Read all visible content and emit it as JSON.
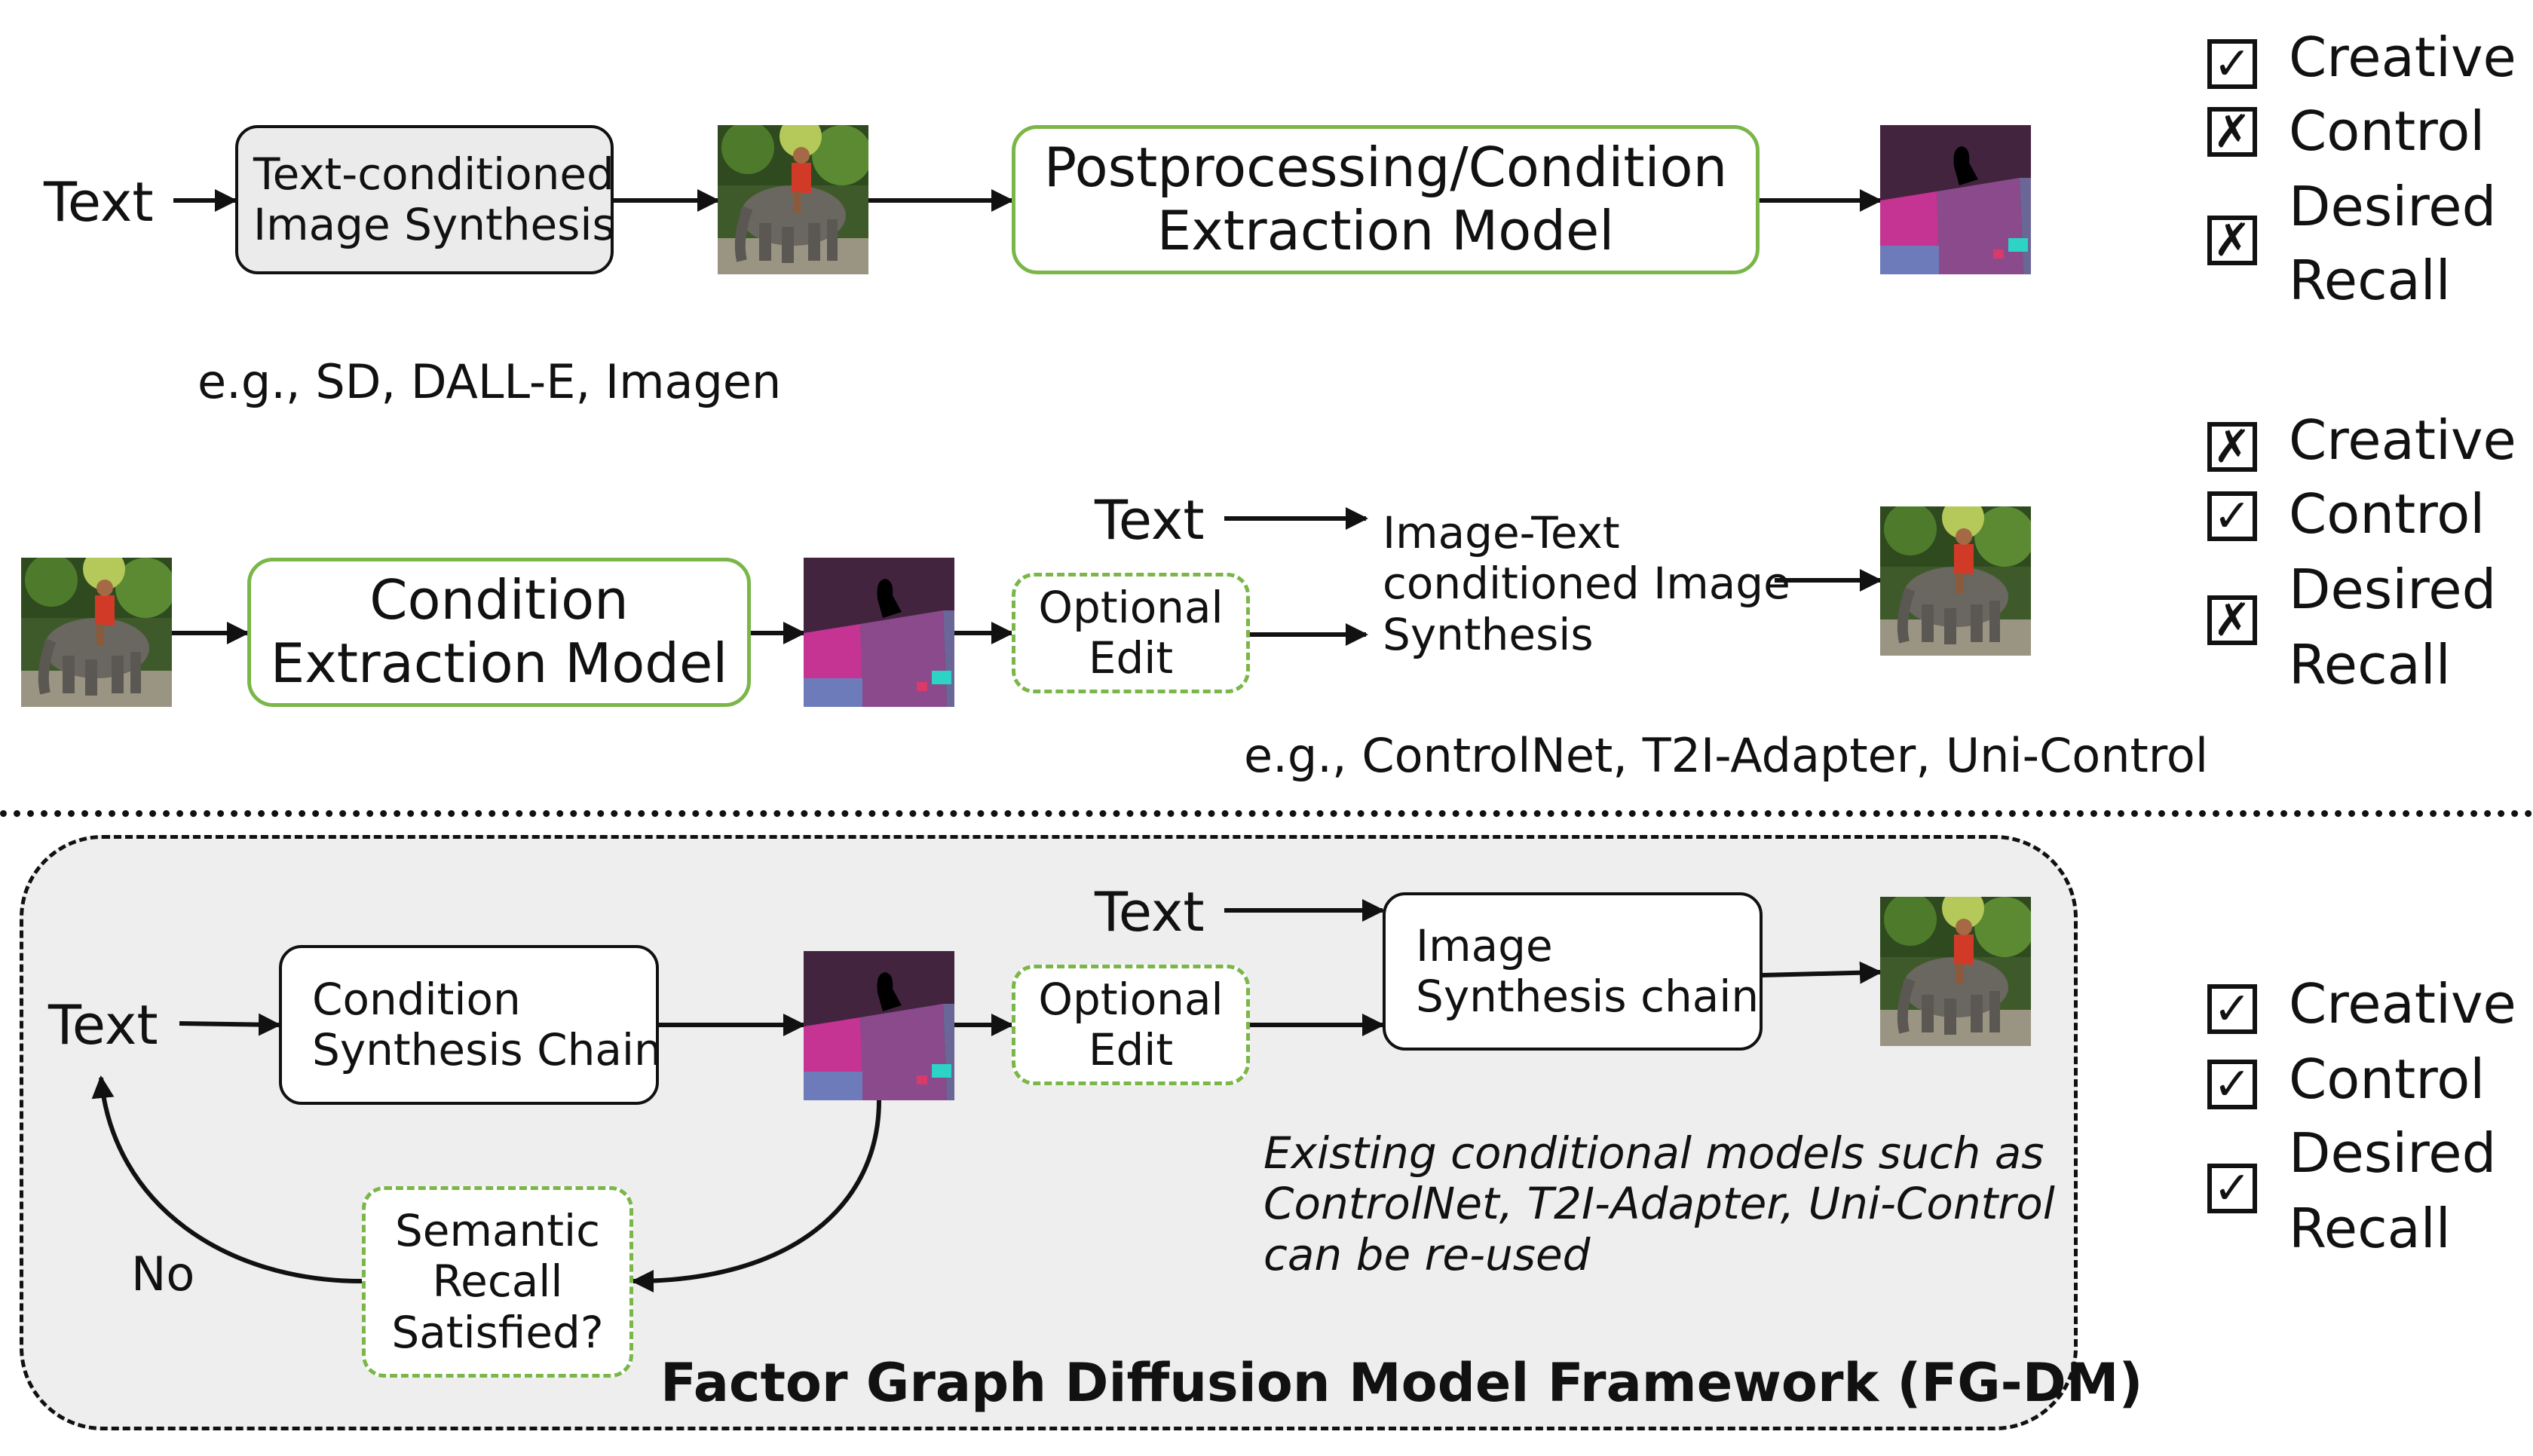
{
  "row1": {
    "input_text": "Text",
    "synthesis_box": [
      "Text-conditioned",
      "Image Synthesis"
    ],
    "postprocessing_box": [
      "Postprocessing/Condition",
      "Extraction Model"
    ],
    "example_note": "e.g., SD, DALL-E, Imagen",
    "checklist": [
      {
        "label": "Creative",
        "mark": "✓"
      },
      {
        "label": "Control",
        "mark": "✗"
      },
      {
        "label": "Desired",
        "label2": "Recall",
        "mark": "✗"
      }
    ]
  },
  "row2": {
    "condition_box": [
      "Condition",
      "Extraction Model"
    ],
    "text_label": "Text",
    "optional_edit": [
      "Optional",
      "Edit"
    ],
    "synthesis_label": [
      "Image-Text",
      "conditioned Image",
      "Synthesis"
    ],
    "example_note": "e.g., ControlNet, T2I-Adapter, Uni-Control",
    "checklist": [
      {
        "label": "Creative",
        "mark": "✗"
      },
      {
        "label": "Control",
        "mark": "✓"
      },
      {
        "label": "Desired",
        "label2": "Recall",
        "mark": "✗"
      }
    ]
  },
  "row3": {
    "input_text": "Text",
    "condition_chain": [
      "Condition",
      "Synthesis Chain"
    ],
    "text_label": "Text",
    "optional_edit": [
      "Optional",
      "Edit"
    ],
    "image_chain": [
      "Image",
      "Synthesis chain"
    ],
    "semantic_recall": [
      "Semantic",
      "Recall",
      "Satisfied?"
    ],
    "no_label": "No",
    "note": [
      "Existing conditional models such as",
      "ControlNet, T2I-Adapter, Uni-Control",
      "can be re-used"
    ],
    "framework_title": "Factor Graph Diffusion Model Framework (FG-DM)",
    "checklist": [
      {
        "label": "Creative",
        "mark": "✓"
      },
      {
        "label": "Control",
        "mark": "✓"
      },
      {
        "label": "Desired",
        "label2": "Recall",
        "mark": "✓"
      }
    ]
  },
  "icons": {
    "photo": "elephant-photo-icon",
    "segmentation": "segmentation-map-icon",
    "check": "check-box-icon",
    "cross": "cross-box-icon"
  },
  "colors": {
    "green": "#7ab648",
    "framework_fill": "#eeeeee",
    "gray_box_fill": "#ebebeb"
  }
}
